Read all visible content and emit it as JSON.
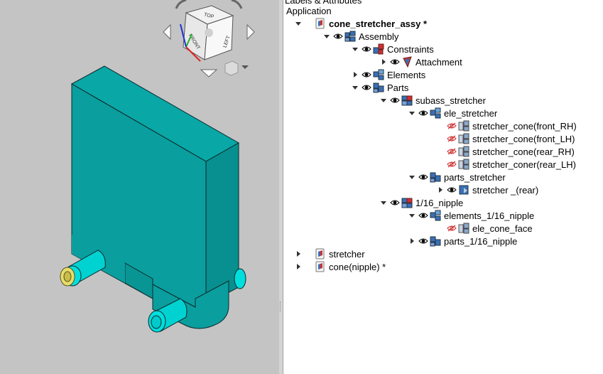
{
  "panel": {
    "title": "Labels & Attributes",
    "root_label": "Application"
  },
  "tree": [
    {
      "label": "cone_stretcher_assy *",
      "level": 1,
      "bold": true,
      "expand": "open",
      "eye": "none",
      "icon": "doc-icon"
    },
    {
      "label": "Assembly",
      "level": 2,
      "expand": "open",
      "eye": "visible",
      "icon": "assembly-icon"
    },
    {
      "label": "Constraints",
      "level": 3,
      "expand": "open",
      "eye": "visible",
      "icon": "constraints-icon"
    },
    {
      "label": "Attachment",
      "level": 4,
      "expand": "closed",
      "eye": "visible",
      "icon": "attachment-icon"
    },
    {
      "label": "Elements",
      "level": 3,
      "expand": "closed",
      "eye": "visible",
      "icon": "elements-icon"
    },
    {
      "label": "Parts",
      "level": 3,
      "expand": "open",
      "eye": "visible",
      "icon": "parts-icon"
    },
    {
      "label": "subass_stretcher",
      "level": 4,
      "expand": "open",
      "eye": "visible",
      "icon": "subassembly-icon"
    },
    {
      "label": "ele_stretcher",
      "level": 5,
      "expand": "open",
      "eye": "visible",
      "icon": "elements-icon"
    },
    {
      "label": "stretcher_cone(front_RH)",
      "level": 6,
      "expand": "none",
      "eye": "hidden",
      "icon": "element-item-icon"
    },
    {
      "label": "stretcher_cone(front_LH)",
      "level": 6,
      "expand": "none",
      "eye": "hidden",
      "icon": "element-item-icon"
    },
    {
      "label": "stretcher_cone(rear_RH)",
      "level": 6,
      "expand": "none",
      "eye": "hidden",
      "icon": "element-item-icon"
    },
    {
      "label": "stretcher_coner(rear_LH)",
      "level": 6,
      "expand": "none",
      "eye": "hidden",
      "icon": "element-item-icon"
    },
    {
      "label": "parts_stretcher",
      "level": 5,
      "expand": "open",
      "eye": "visible",
      "icon": "parts-icon"
    },
    {
      "label": "stretcher _(rear)",
      "level": 6,
      "expand": "closed",
      "eye": "visible",
      "icon": "part-icon"
    },
    {
      "label": "1/16_nipple",
      "level": 4,
      "expand": "open",
      "eye": "visible",
      "icon": "subassembly-icon"
    },
    {
      "label": "elements_1/16_nipple",
      "level": 5,
      "expand": "open",
      "eye": "visible",
      "icon": "elements-icon"
    },
    {
      "label": "ele_cone_face",
      "level": 6,
      "expand": "none",
      "eye": "hidden",
      "icon": "element-item-icon"
    },
    {
      "label": "parts_1/16_nipple",
      "level": 5,
      "expand": "closed",
      "eye": "visible",
      "icon": "parts-icon"
    },
    {
      "label": "stretcher",
      "level": 1,
      "expand": "closed",
      "eye": "none",
      "icon": "doc-icon"
    },
    {
      "label": "cone(nipple) *",
      "level": 1,
      "expand": "closed",
      "eye": "none",
      "icon": "doc-icon"
    }
  ],
  "viewcube": {
    "faces": [
      "TOP",
      "FRONT",
      "LEFT"
    ]
  },
  "colors": {
    "model_teal": "#0a9e9e",
    "nipple_cyan": "#00dede",
    "brass": "#e6dc6a",
    "viewport_bg": "#c4c4c4",
    "tree_blue": "#3a6fb5",
    "tree_red": "#d03030"
  }
}
